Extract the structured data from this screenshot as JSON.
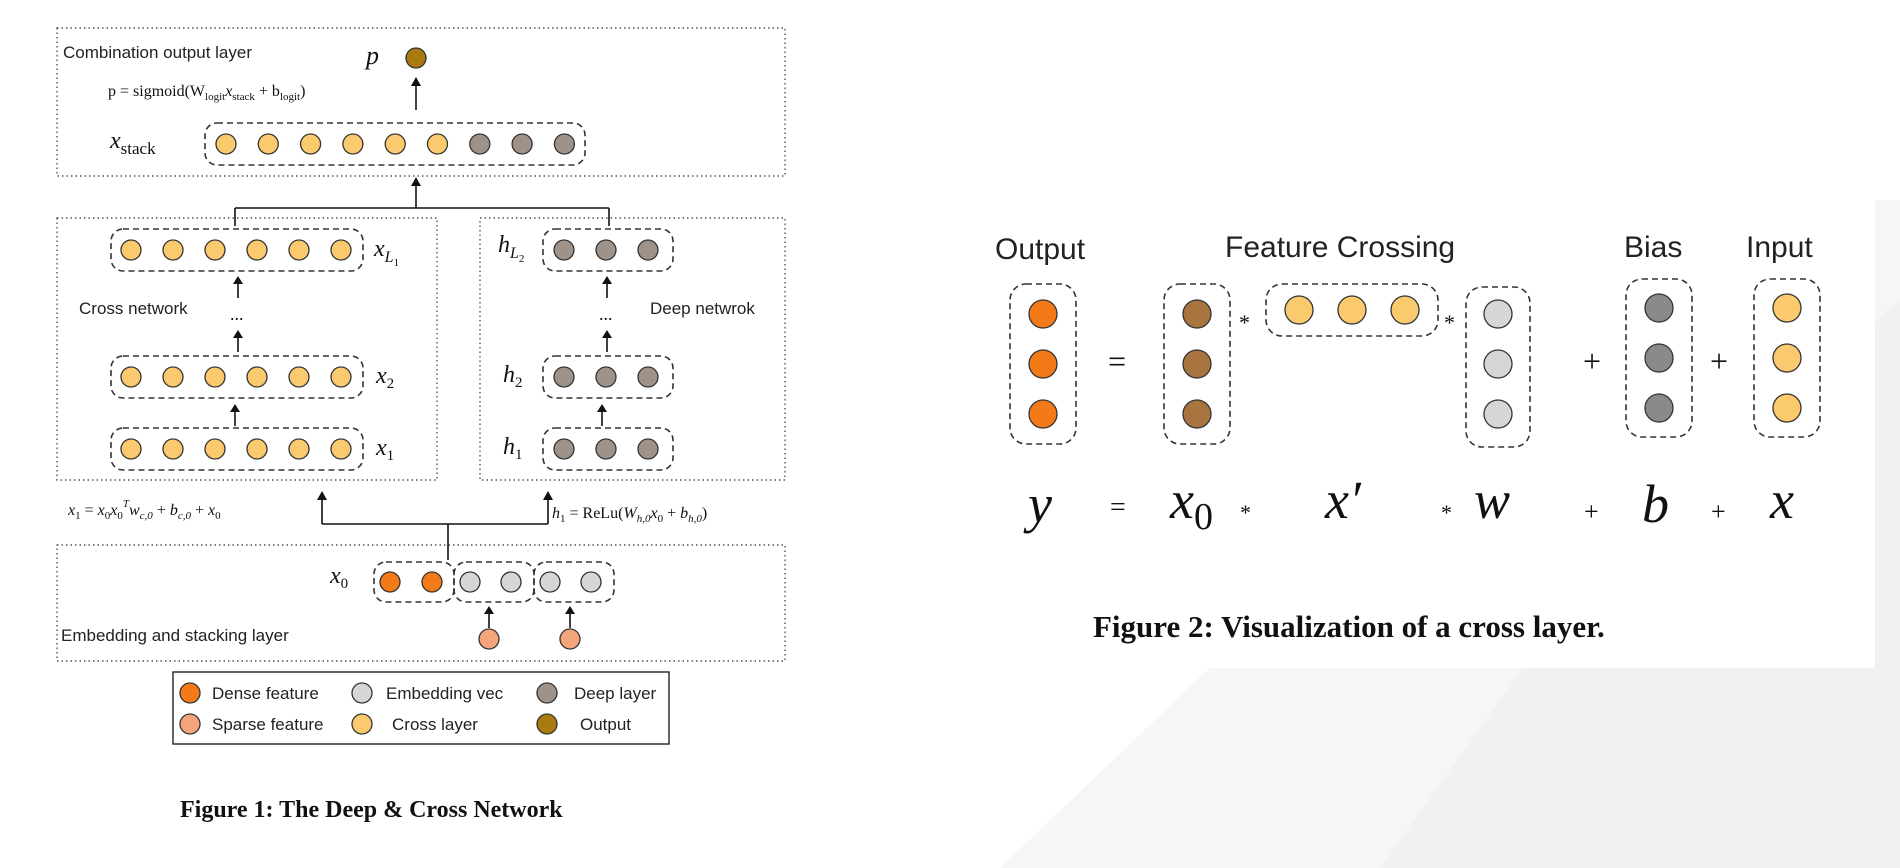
{
  "colors": {
    "cross": "#FBC96E",
    "deep": "#9E9289",
    "embed": "#D6D6D6",
    "dense": "#F47A18",
    "sparse": "#F5A57C",
    "output": "#A87A10",
    "weight": "#A87540",
    "bias": "#8A8A8A"
  },
  "figure1": {
    "combination_label": "Combination output layer",
    "p_label": "p",
    "p_equation": "p = sigmoid(W",
    "p_eq_sub1": "logit",
    "p_eq_mid": "x",
    "p_eq_sub2": "stack",
    "p_eq_plus": " + b",
    "p_eq_sub3": "logit",
    "p_eq_end": ")",
    "x_stack_label": "x",
    "x_stack_sub": "stack",
    "cross_network_label": "Cross network",
    "deep_network_label": "Deep netwrok",
    "cross_layers": [
      {
        "label": "x",
        "sub": "L",
        "subsub": "1"
      },
      {
        "label": "x",
        "sub": "2"
      },
      {
        "label": "x",
        "sub": "1"
      }
    ],
    "deep_layers": [
      {
        "label": "h",
        "sub": "L",
        "subsub": "2"
      },
      {
        "label": "h",
        "sub": "2"
      },
      {
        "label": "h",
        "sub": "1"
      }
    ],
    "ellipsis": "...",
    "cross_equation": "x₁ = x₀x₀ᵀw_c,0 + b_c,0 + x₀",
    "deep_equation": "h₁ = ReLu(W_h,0 x₀ + b_h,0)",
    "x0_label": "x",
    "x0_sub": "0",
    "embedding_label": "Embedding and stacking layer",
    "legend": [
      {
        "name": "Dense feature",
        "color": "#F47A18"
      },
      {
        "name": "Embedding vec",
        "color": "#D6D6D6"
      },
      {
        "name": "Deep layer",
        "color": "#9E9289"
      },
      {
        "name": "Sparse feature",
        "color": "#F5A57C"
      },
      {
        "name": "Cross layer",
        "color": "#FBC96E"
      },
      {
        "name": "Output",
        "color": "#A87A10"
      }
    ],
    "caption": "Figure 1: The Deep & Cross Network"
  },
  "figure2": {
    "output_label": "Output",
    "feature_crossing_label": "Feature Crossing",
    "bias_label": "Bias",
    "input_label": "Input",
    "equals": "=",
    "times": "*",
    "plus": "+",
    "eq_y": "y",
    "eq_x0": "x",
    "eq_x0_sub": "0",
    "eq_xprime": "x′",
    "eq_w": "w",
    "eq_b": "b",
    "eq_x": "x",
    "caption": "Figure 2: Visualization of a cross layer."
  }
}
